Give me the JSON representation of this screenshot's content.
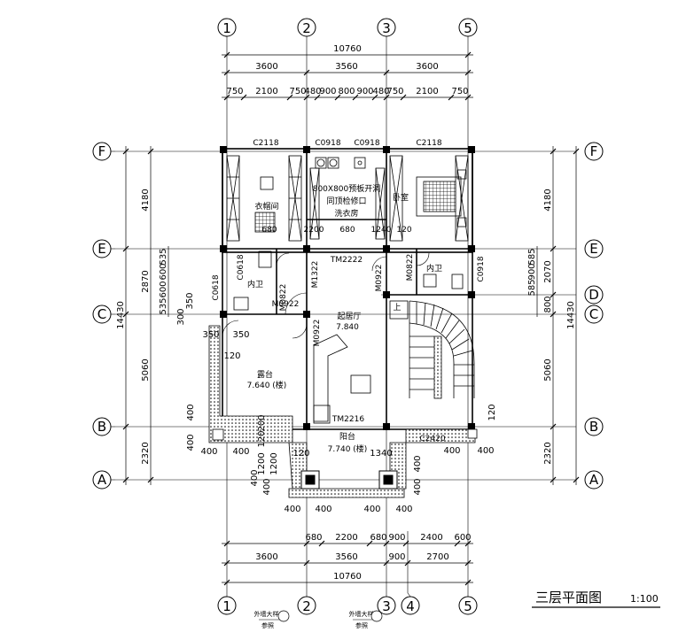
{
  "axes": {
    "top": [
      "1",
      "2",
      "3",
      "5"
    ],
    "bottom": [
      "1",
      "2",
      "3",
      "4",
      "5"
    ],
    "left": [
      "F",
      "E",
      "C",
      "B",
      "A"
    ],
    "right": [
      "F",
      "E",
      "D",
      "C",
      "B",
      "A"
    ]
  },
  "dims": {
    "overall": "10760",
    "top_bays": [
      "3600",
      "3560",
      "3600"
    ],
    "top_detail": [
      "750",
      "2100",
      "750",
      "480",
      "900",
      "800",
      "900",
      "480",
      "750",
      "2100",
      "750"
    ],
    "bottom_detail": [
      "680",
      "2200",
      "680",
      "900",
      "2400",
      "600"
    ],
    "bottom_bays": [
      "3600",
      "3560",
      "900",
      "2700"
    ],
    "left_bays": [
      "4180",
      "2870",
      "5060",
      "2320"
    ],
    "left_sub": [
      "535",
      "600",
      "600",
      "535"
    ],
    "left_total": "14430",
    "right_bays": [
      "4180",
      "2070",
      "800",
      "5060",
      "2320"
    ],
    "right_sub": [
      "585",
      "900",
      "585"
    ],
    "right_total": "14430",
    "misc": [
      "350",
      "300",
      "350",
      "350",
      "120",
      "400",
      "400",
      "400",
      "400",
      "200",
      "120",
      "1200",
      "1200",
      "400",
      "400",
      "400",
      "400",
      "400",
      "400",
      "400",
      "400",
      "400",
      "400",
      "120",
      "120",
      "1340",
      "680",
      "2200",
      "680",
      "1240",
      "120"
    ]
  },
  "openings": {
    "windows": [
      "C2118",
      "C0918",
      "C0918",
      "C2118",
      "C0618",
      "C0618",
      "C0918",
      "C2420"
    ],
    "doors": [
      "TM2222",
      "M1322",
      "M0922",
      "M0822",
      "M0822",
      "M0922",
      "M0922",
      "TM2216"
    ]
  },
  "rooms": {
    "closet": "衣帽间",
    "laundry": "洗衣房",
    "bedroom": "卧室",
    "bath_left": "内卫",
    "bath_right": "内卫",
    "living": "起居厅",
    "living_elev": "7.840",
    "terrace": "露台",
    "terrace_elev": "7.640 (楼)",
    "balcony": "阳台",
    "balcony_elev": "7.740 (楼)",
    "access_note1": "800X800预板开洞",
    "access_note2": "同顶检修口",
    "stair_note": "上"
  },
  "details": {
    "left_title": "外墙大样01",
    "left_sub": "参照",
    "right_title": "外墙大样02",
    "right_sub": "参照"
  },
  "title": {
    "main": "三层平面图",
    "scale": "1:100"
  }
}
